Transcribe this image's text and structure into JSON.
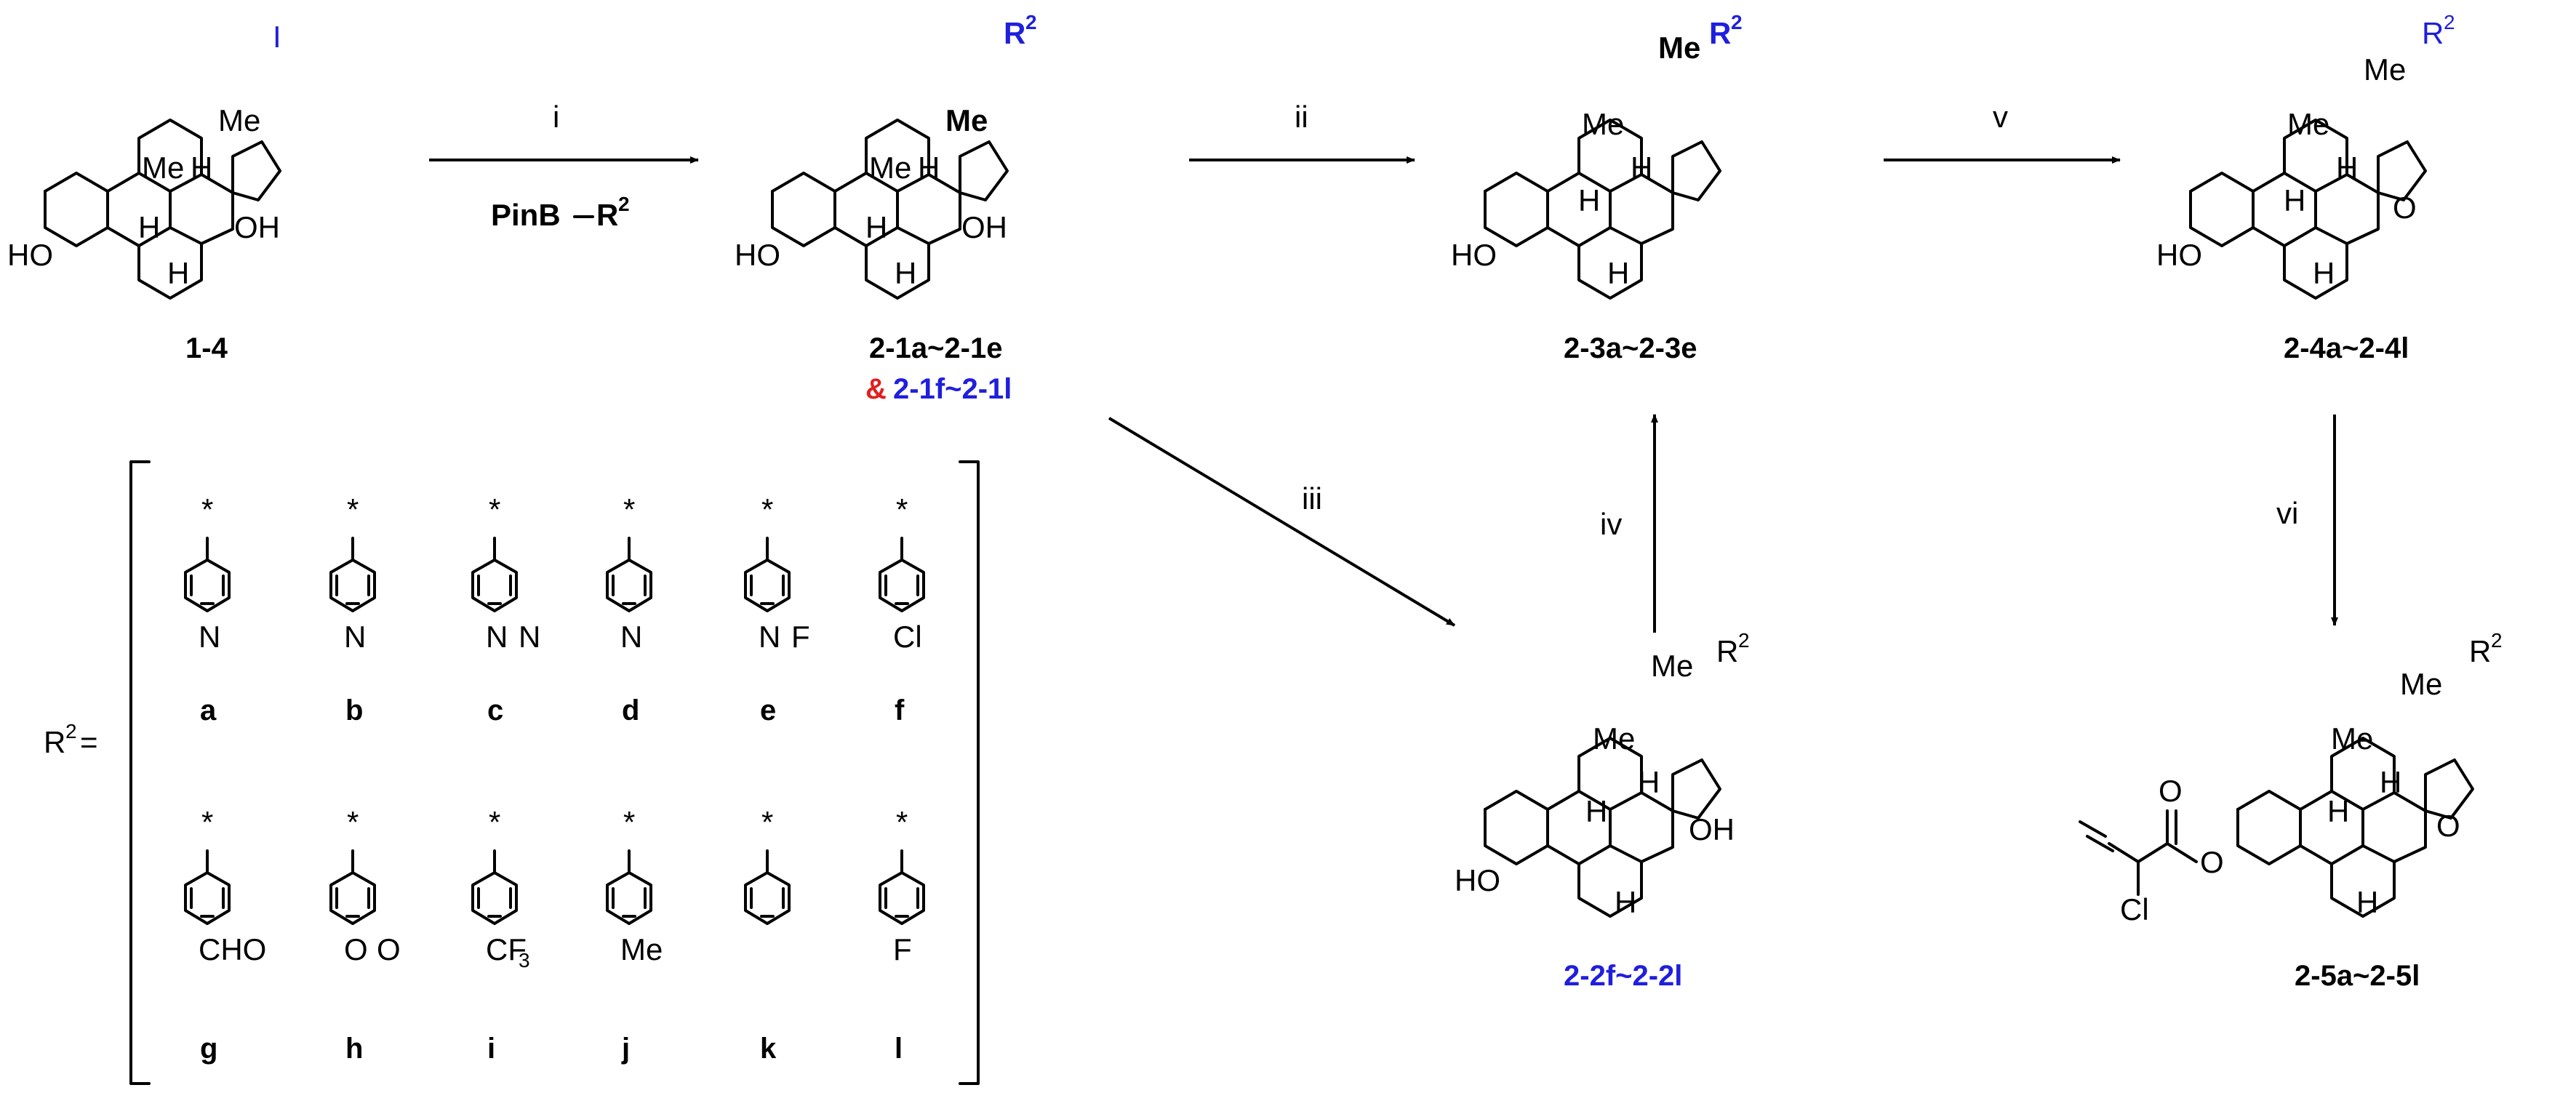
{
  "reagents": {
    "i": "i",
    "i_reagent": "PinB",
    "i_reagent_r": "R",
    "i_reagent_sup": "2",
    "ii": "ii",
    "iii": "iii",
    "iv": "iv",
    "v": "v",
    "vi": "vi"
  },
  "compounds": {
    "c14": "1-4",
    "c21a": "2-1a~2-1e",
    "amp": "&",
    "c21f": "2-1f~2-1l",
    "c23": "2-3a~2-3e",
    "c24": "2-4a~2-4l",
    "c22": "2-2f~2-2l",
    "c25": "2-5a~2-5l"
  },
  "atoms": {
    "I": "I",
    "Me": "Me",
    "H": "H",
    "OH": "OH",
    "HO": "HO",
    "O": "O",
    "Cl": "Cl",
    "R": "R",
    "sup2": "2"
  },
  "r2_group": {
    "label": "R",
    "sup": "2",
    "eq": "=",
    "items": [
      {
        "letter": "a",
        "atoms": [
          "N"
        ]
      },
      {
        "letter": "b",
        "atoms": [
          "N"
        ]
      },
      {
        "letter": "c",
        "atoms": [
          "N",
          "N"
        ]
      },
      {
        "letter": "d",
        "atoms": [
          "N"
        ]
      },
      {
        "letter": "e",
        "atoms": [
          "N",
          "F"
        ]
      },
      {
        "letter": "f",
        "atoms": [
          "Cl"
        ]
      },
      {
        "letter": "g",
        "atoms": [
          "CHO"
        ]
      },
      {
        "letter": "h",
        "atoms": [
          "O",
          "O"
        ]
      },
      {
        "letter": "i",
        "atoms": [
          "CF",
          "3"
        ]
      },
      {
        "letter": "j",
        "atoms": [
          "Me"
        ]
      },
      {
        "letter": "k",
        "atoms": []
      },
      {
        "letter": "l",
        "atoms": [
          "F"
        ]
      }
    ],
    "star": "*"
  },
  "colors": {
    "blue": "#1f1fdd",
    "red": "#e0201f"
  }
}
